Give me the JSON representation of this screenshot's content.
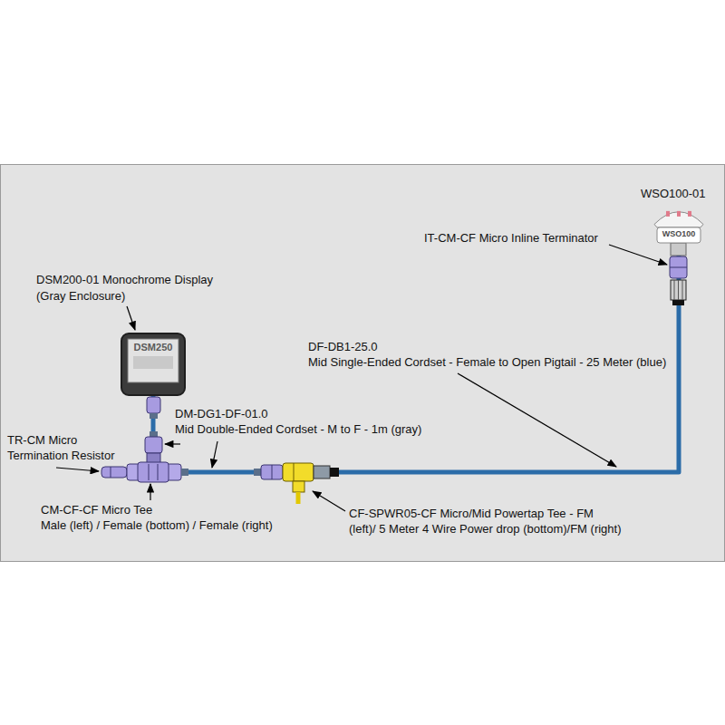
{
  "diagram": {
    "nodes": [
      {
        "text": [
          "DSM250"
        ]
      },
      {
        "text": [
          "WSO100"
        ]
      }
    ],
    "edges": [
      {
        "from": 0,
        "to": 1,
        "arrow": "none"
      }
    ],
    "labels": [
      "WSO100-01",
      "IT-CM-CF Micro Inline Terminator",
      "DSM200-01 Monochrome Display",
      "(Gray Enclosure)",
      "DF-DB1-25.0",
      "Mid Single-Ended Cordset - Female to Open Pigtail - 25 Meter (blue)",
      "DM-DG1-DF-01.0",
      "Mid Double-Ended Cordset - M to F - 1m (gray)",
      "TR-CM Micro",
      "Termination Resistor",
      "CM-CF-CF Micro Tee",
      "Male (left) / Female (bottom) / Female (right)",
      "CF-SPWR05-CF Micro/Mid Powertap Tee - FM",
      "(left)/ 5 Meter 4 Wire Power drop (bottom)/FM (right)"
    ]
  }
}
